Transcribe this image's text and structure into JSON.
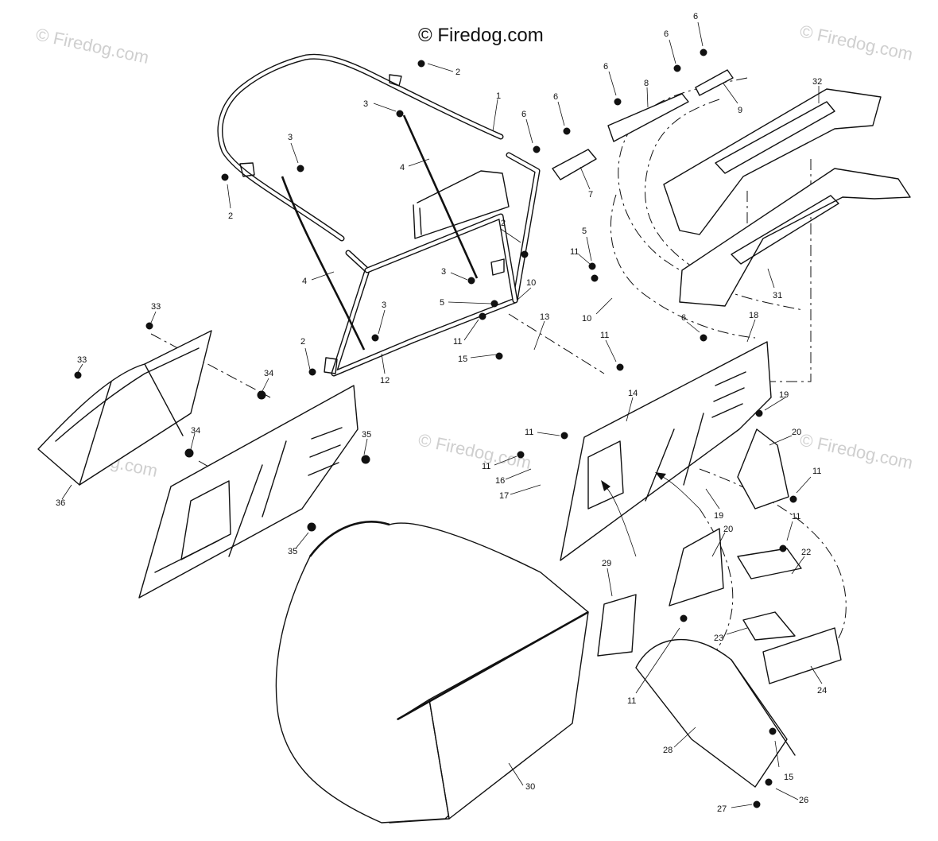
{
  "watermark": {
    "copyright": "© Firedog.com",
    "brand": "© Firedog.com"
  },
  "callouts": [
    "1",
    "2",
    "3",
    "4",
    "5",
    "6",
    "7",
    "8",
    "9",
    "10",
    "11",
    "12",
    "13",
    "14",
    "15",
    "16",
    "17",
    "18",
    "19",
    "20",
    "22",
    "23",
    "24",
    "26",
    "27",
    "28",
    "29",
    "30",
    "31",
    "32",
    "33",
    "34",
    "35",
    "36"
  ]
}
